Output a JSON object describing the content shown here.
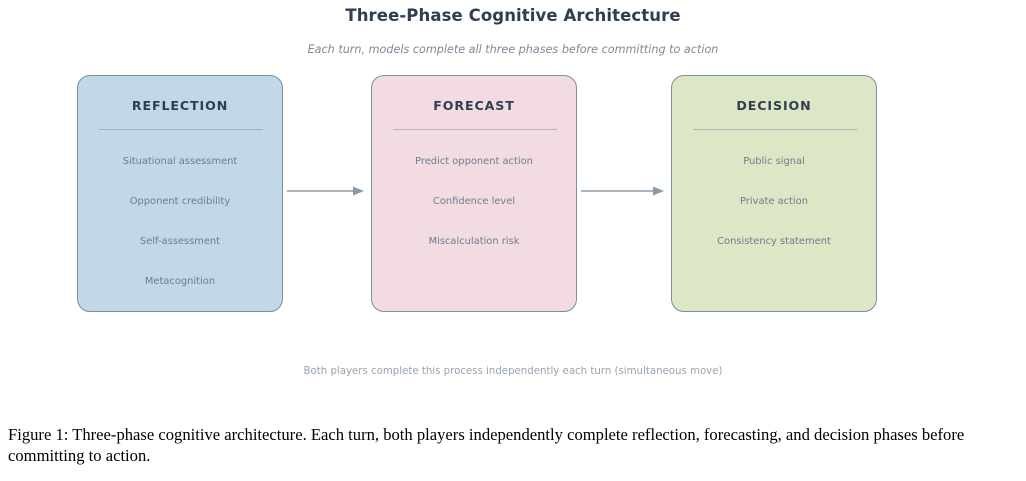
{
  "figure": {
    "title": "Three-Phase Cognitive Architecture",
    "subtitle": "Each turn, models complete all three phases before committing to action",
    "footnote": "Both players complete this process independently each turn (simultaneous move)",
    "caption": "Figure 1: Three-phase cognitive architecture. Each turn, both players independently complete reflection, forecasting, and decision phases before committing to action."
  },
  "colors": {
    "reflection_fill": "#c3d8e6",
    "forecast_fill": "#f2dce2",
    "decision_fill": "#dde7c6",
    "box_border": "#78909f",
    "heading_text": "#2f3e50",
    "item_text": "#6b7d8c",
    "arrow": "#8b9aa8"
  },
  "phases": [
    {
      "name": "REFLECTION",
      "items": [
        "Situational assessment",
        "Opponent credibility",
        "Self-assessment",
        "Metacognition"
      ]
    },
    {
      "name": "FORECAST",
      "items": [
        "Predict opponent action",
        "Confidence level",
        "Miscalculation risk"
      ]
    },
    {
      "name": "DECISION",
      "items": [
        "Public signal",
        "Private action",
        "Consistency statement"
      ]
    }
  ],
  "connectors": [
    {
      "from": "REFLECTION",
      "to": "FORECAST",
      "icon": "arrow-right-icon"
    },
    {
      "from": "FORECAST",
      "to": "DECISION",
      "icon": "arrow-right-icon"
    }
  ]
}
